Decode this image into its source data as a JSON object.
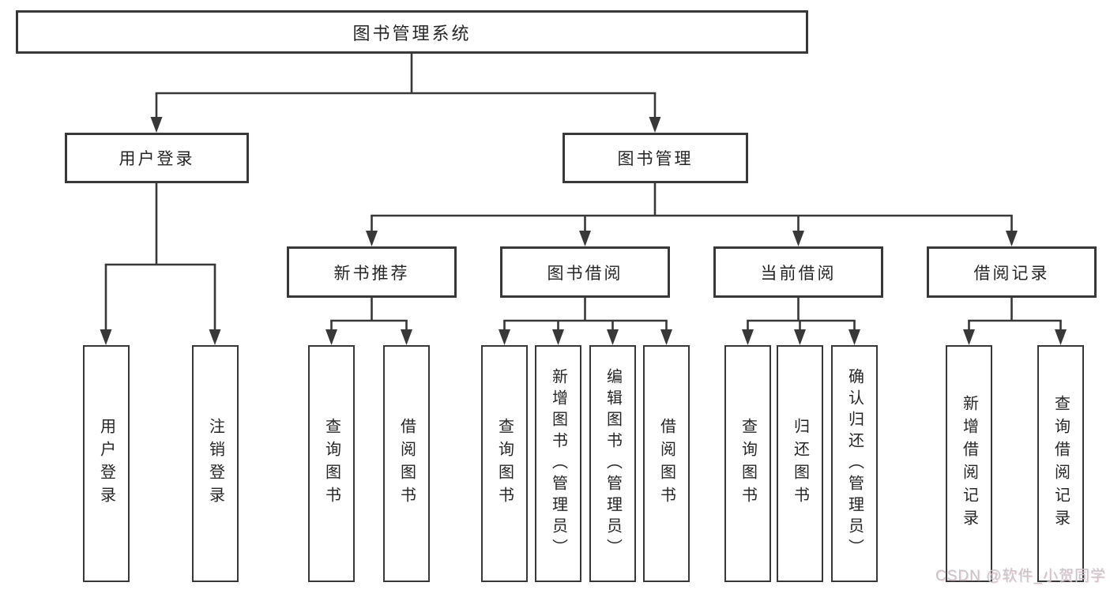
{
  "root": {
    "label": "图书管理系统"
  },
  "level2": {
    "user_login": "用户登录",
    "book_management": "图书管理"
  },
  "level3": [
    "新书推荐",
    "图书借阅",
    "当前借阅",
    "借阅记录"
  ],
  "leaves": {
    "user_login_children": [
      "用户登录",
      "注销登录"
    ],
    "new_book_children": [
      "查询图书",
      "借阅图书"
    ],
    "book_borrow_children": [
      "查询图书",
      "新增图书（管理员）",
      "编辑图书（管理员）",
      "借阅图书"
    ],
    "current_borrow_children": [
      "查询图书",
      "归还图书",
      "确认归还（管理员）"
    ],
    "borrow_record_children": [
      "新增借阅记录",
      "查询借阅记录"
    ]
  },
  "watermark": "CSDN @软件_小贺同学",
  "colors": {
    "line": "#383838",
    "text": "#262626",
    "box_background": "#ffffff",
    "watermark_text": "#c4c4c9"
  }
}
